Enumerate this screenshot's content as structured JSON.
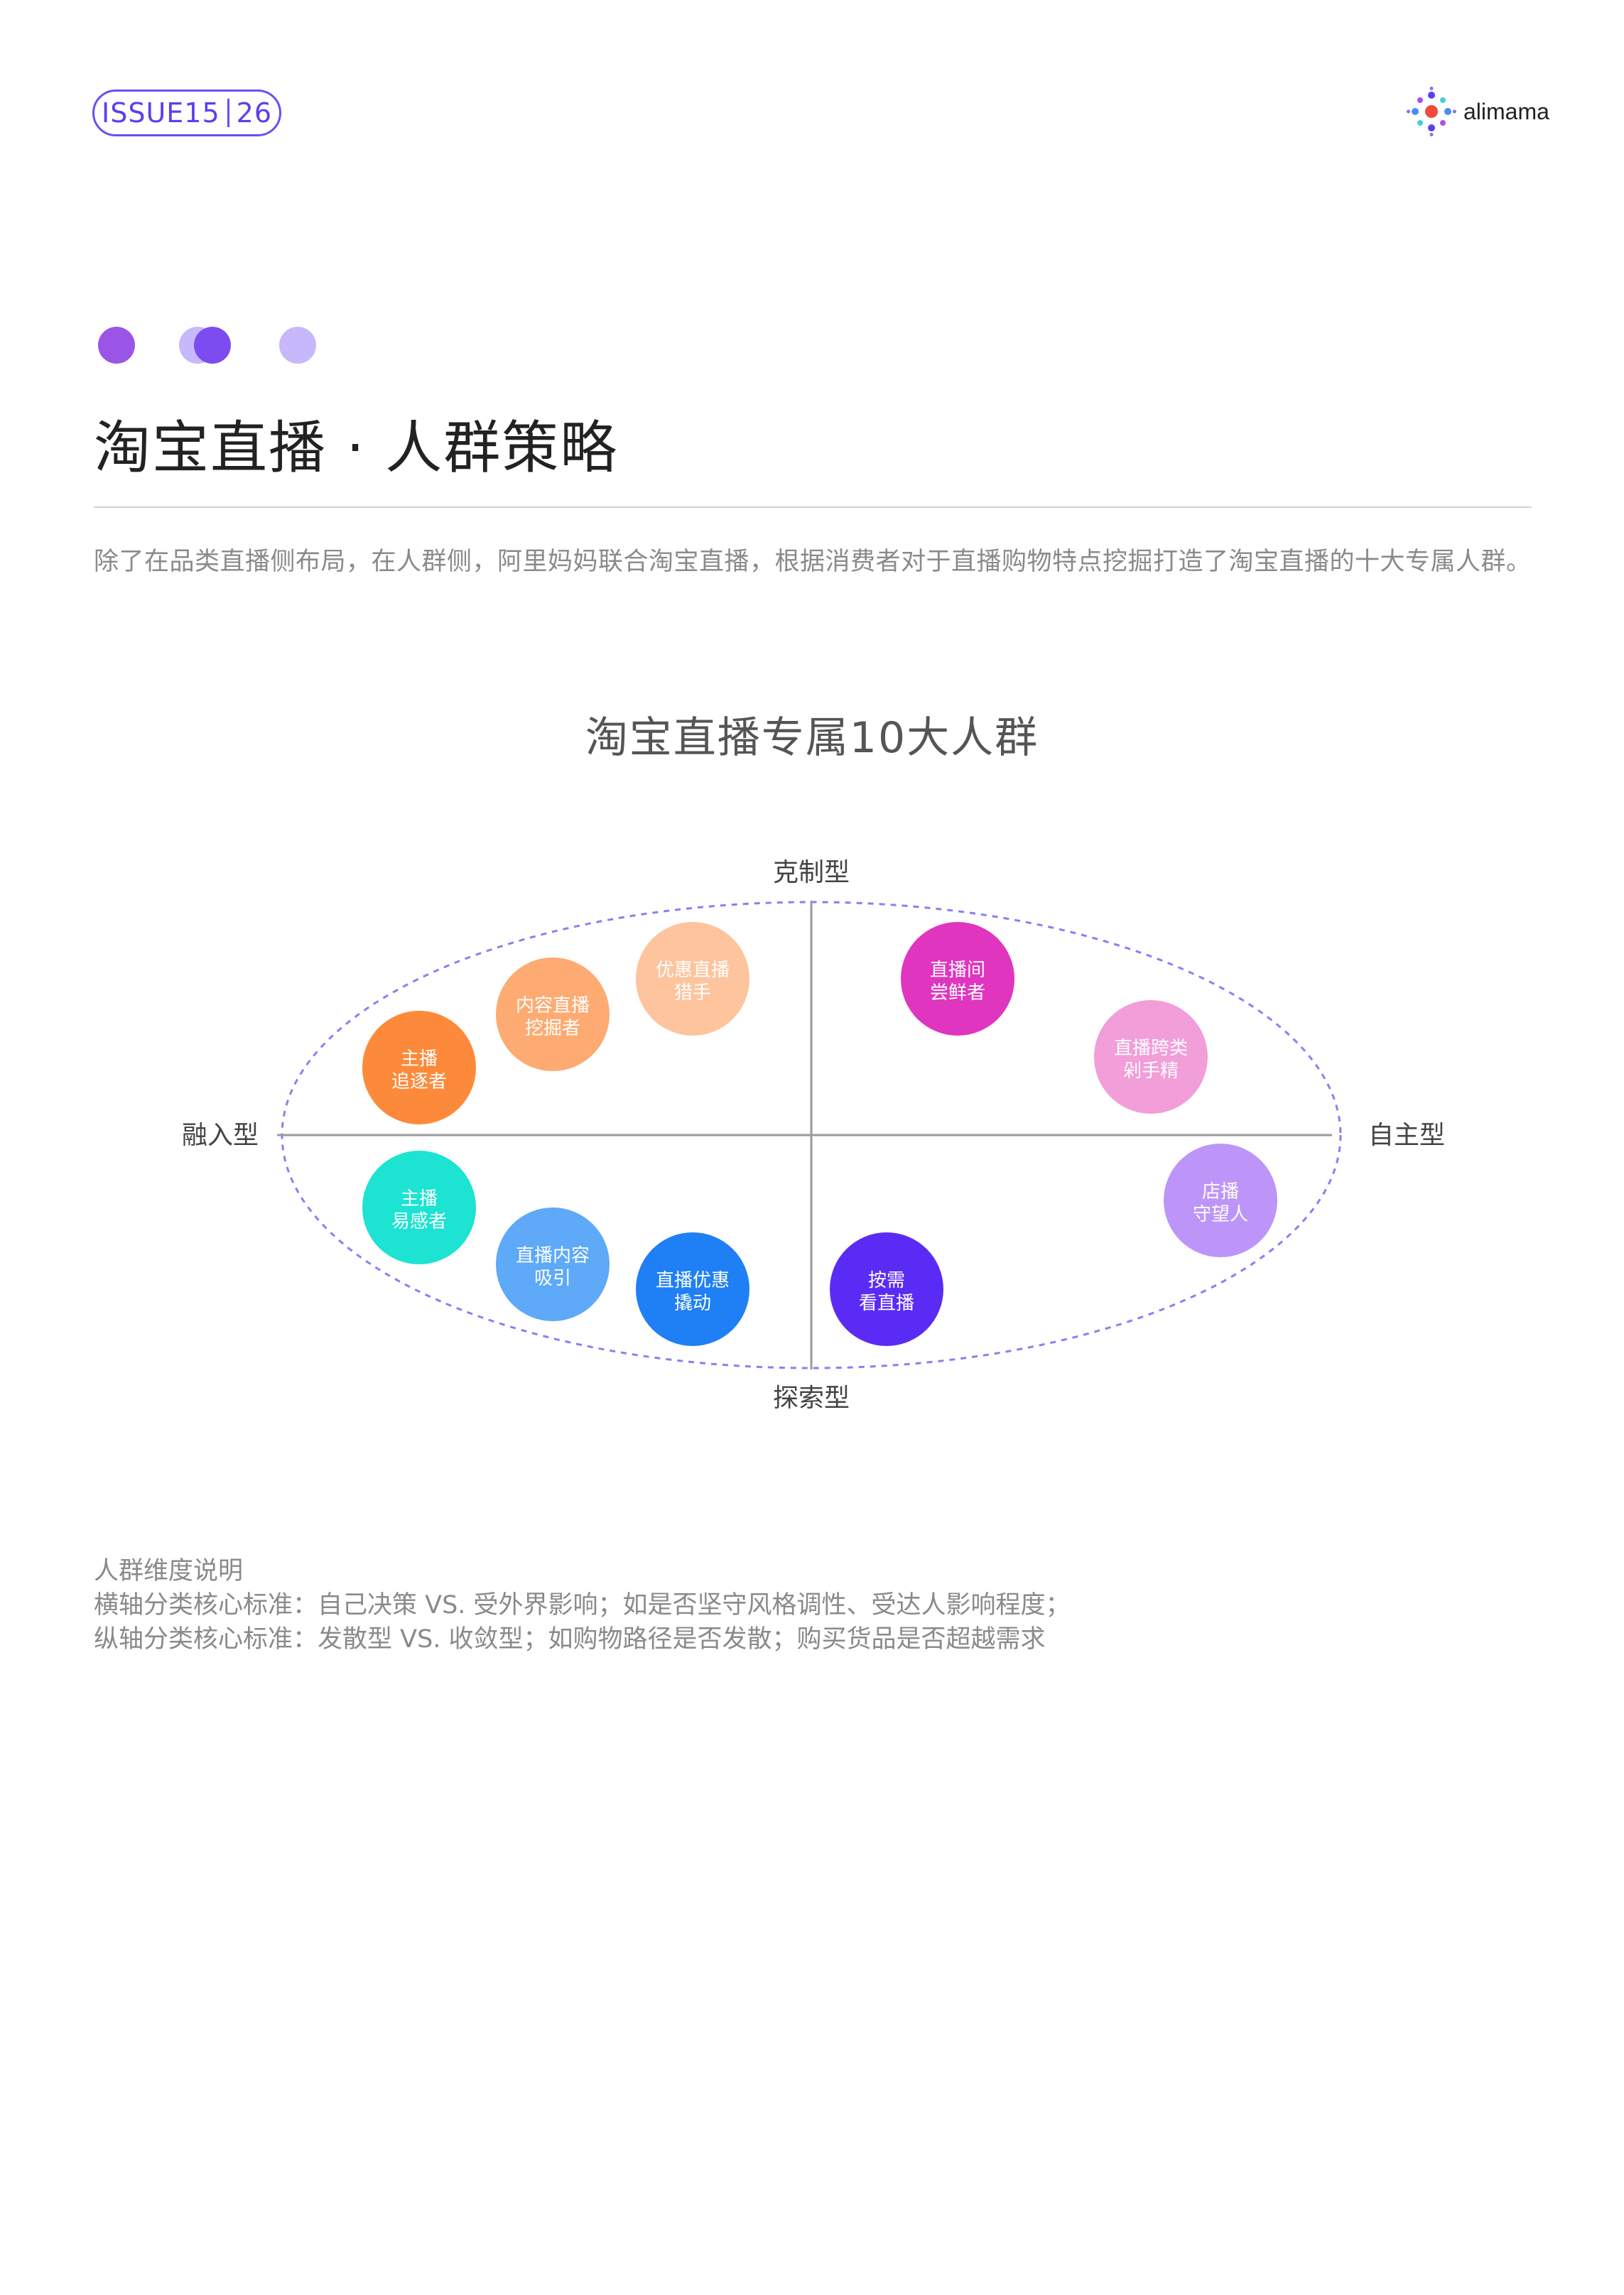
{
  "header": {
    "issue": "ISSUE15",
    "page_number": "26",
    "logo_text": "alimama"
  },
  "page": {
    "title": "淘宝直播 · 人群策略",
    "intro": "除了在品类直播侧布局，在人群侧，阿里妈妈联合淘宝直播，根据消费者对于直播购物特点挖掘打造了淘宝直播的十大专属人群。"
  },
  "diagram": {
    "title": "淘宝直播专属10大人群",
    "axes": {
      "top": "克制型",
      "bottom": "探索型",
      "left": "融入型",
      "right": "自主型"
    },
    "groups": [
      {
        "lines": [
          "主播",
          "追逐者"
        ],
        "color": "#fd8a3a"
      },
      {
        "lines": [
          "内容直播",
          "挖掘者"
        ],
        "color": "#fdab72"
      },
      {
        "lines": [
          "优惠直播",
          "猎手"
        ],
        "color": "#fdc49e"
      },
      {
        "lines": [
          "直播间",
          "尝鲜者"
        ],
        "color": "#e035bf"
      },
      {
        "lines": [
          "直播跨类",
          "剁手精"
        ],
        "color": "#f19ed9"
      },
      {
        "lines": [
          "店播",
          "守望人"
        ],
        "color": "#bd95f8"
      },
      {
        "lines": [
          "主播",
          "易感者"
        ],
        "color": "#1de3d2"
      },
      {
        "lines": [
          "直播内容",
          "吸引"
        ],
        "color": "#5ea9f8"
      },
      {
        "lines": [
          "直播优惠",
          "撬动"
        ],
        "color": "#1f7ff5"
      },
      {
        "lines": [
          "按需",
          "看直播"
        ],
        "color": "#5b2bf6"
      }
    ]
  },
  "notes": {
    "heading": "人群维度说明",
    "horizontal": "横轴分类核心标准：自己决策 VS. 受外界影响；如是否坚守风格调性、受达人影响程度；",
    "vertical": "纵轴分类核心标准：发散型 VS. 收敛型；如购物路径是否发散；购买货品是否超越需求"
  },
  "colors": {
    "accent": "#6e4cf5",
    "dot_1": "#9b55e6",
    "dot_2": "#7d4cf0",
    "dot_3": "#c7b8fb",
    "ellipse_dash": "#8b7ff0"
  }
}
